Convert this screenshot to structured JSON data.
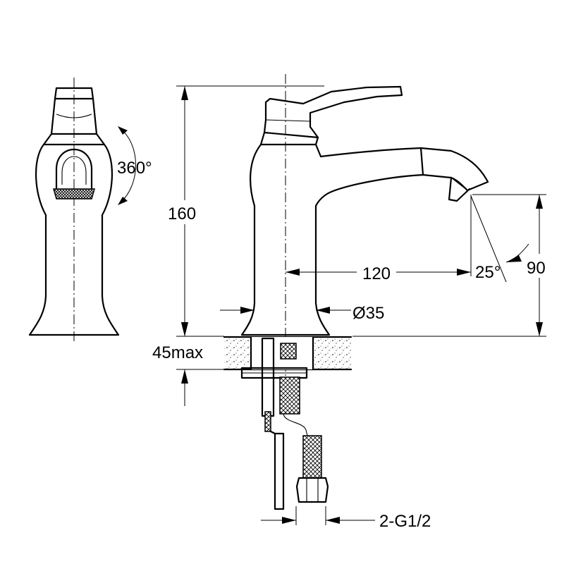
{
  "dimensions": {
    "swivel_angle": "360°",
    "height": "160",
    "spout_reach": "120",
    "spout_angle": "25°",
    "spout_height": "90",
    "base_diameter": "Ø35",
    "deck_thickness": "45max",
    "connection": "2-G1/2"
  },
  "colors": {
    "line": "#000000",
    "background": "#ffffff"
  }
}
